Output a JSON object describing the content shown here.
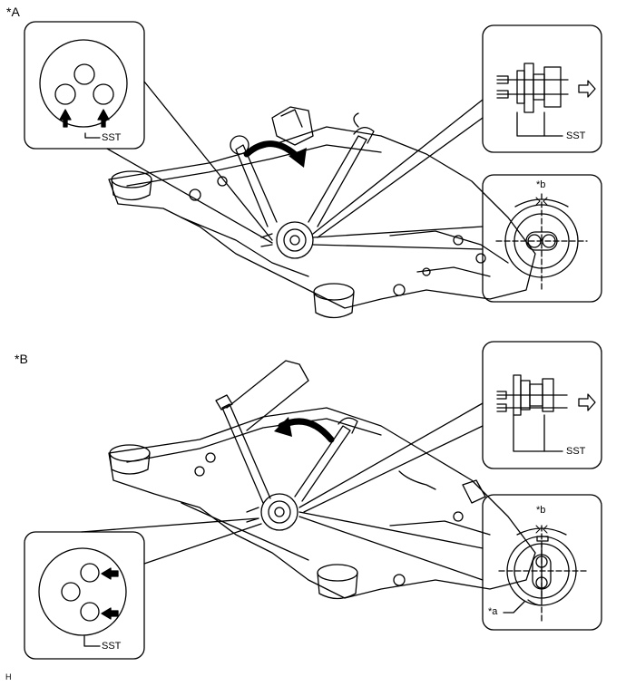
{
  "labels": {
    "section_a": "*A",
    "section_b": "*B",
    "sst_a_inset": "SST",
    "sst_a_tool": "SST",
    "sst_b_tool": "SST",
    "sst_b_inset": "SST",
    "mark_b_top": "*b",
    "mark_b_bottom": "*b",
    "mark_a": "*a",
    "footer_code": "H"
  },
  "icons": [
    "curved-arrow-icon",
    "outline-right-arrow-icon",
    "up-arrow-icon",
    "left-arrow-icon"
  ],
  "colors": {
    "line": "#000000",
    "background": "#ffffff"
  }
}
